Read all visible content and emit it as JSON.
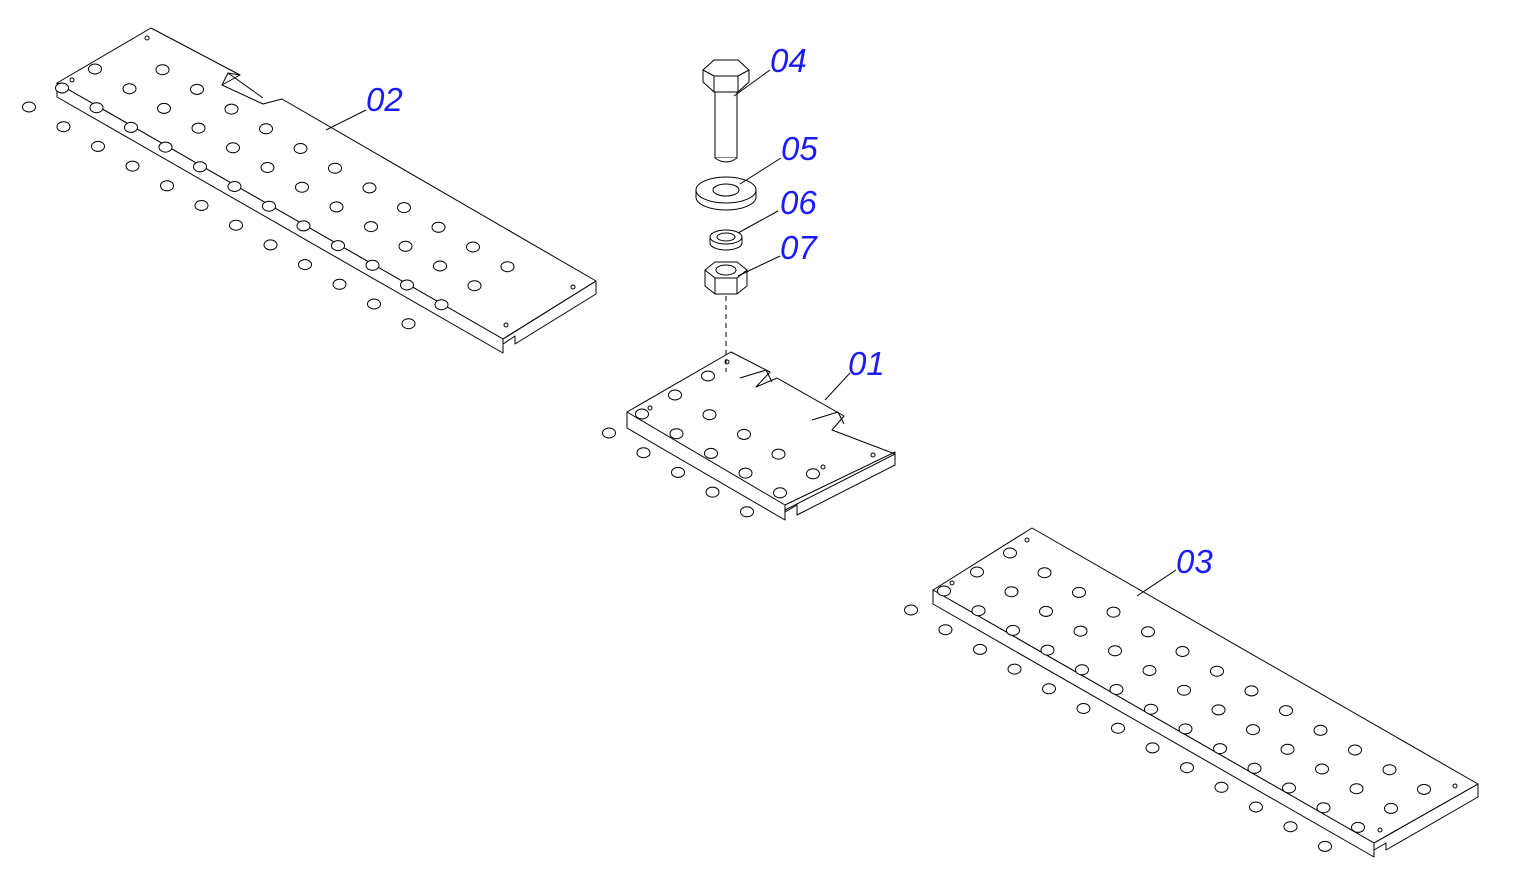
{
  "callouts": {
    "c01": "01",
    "c02": "02",
    "c03": "03",
    "c04": "04",
    "c05": "05",
    "c06": "06",
    "c07": "07"
  },
  "colors": {
    "callout": "#1a1aff",
    "line": "#000000",
    "background": "#ffffff"
  }
}
